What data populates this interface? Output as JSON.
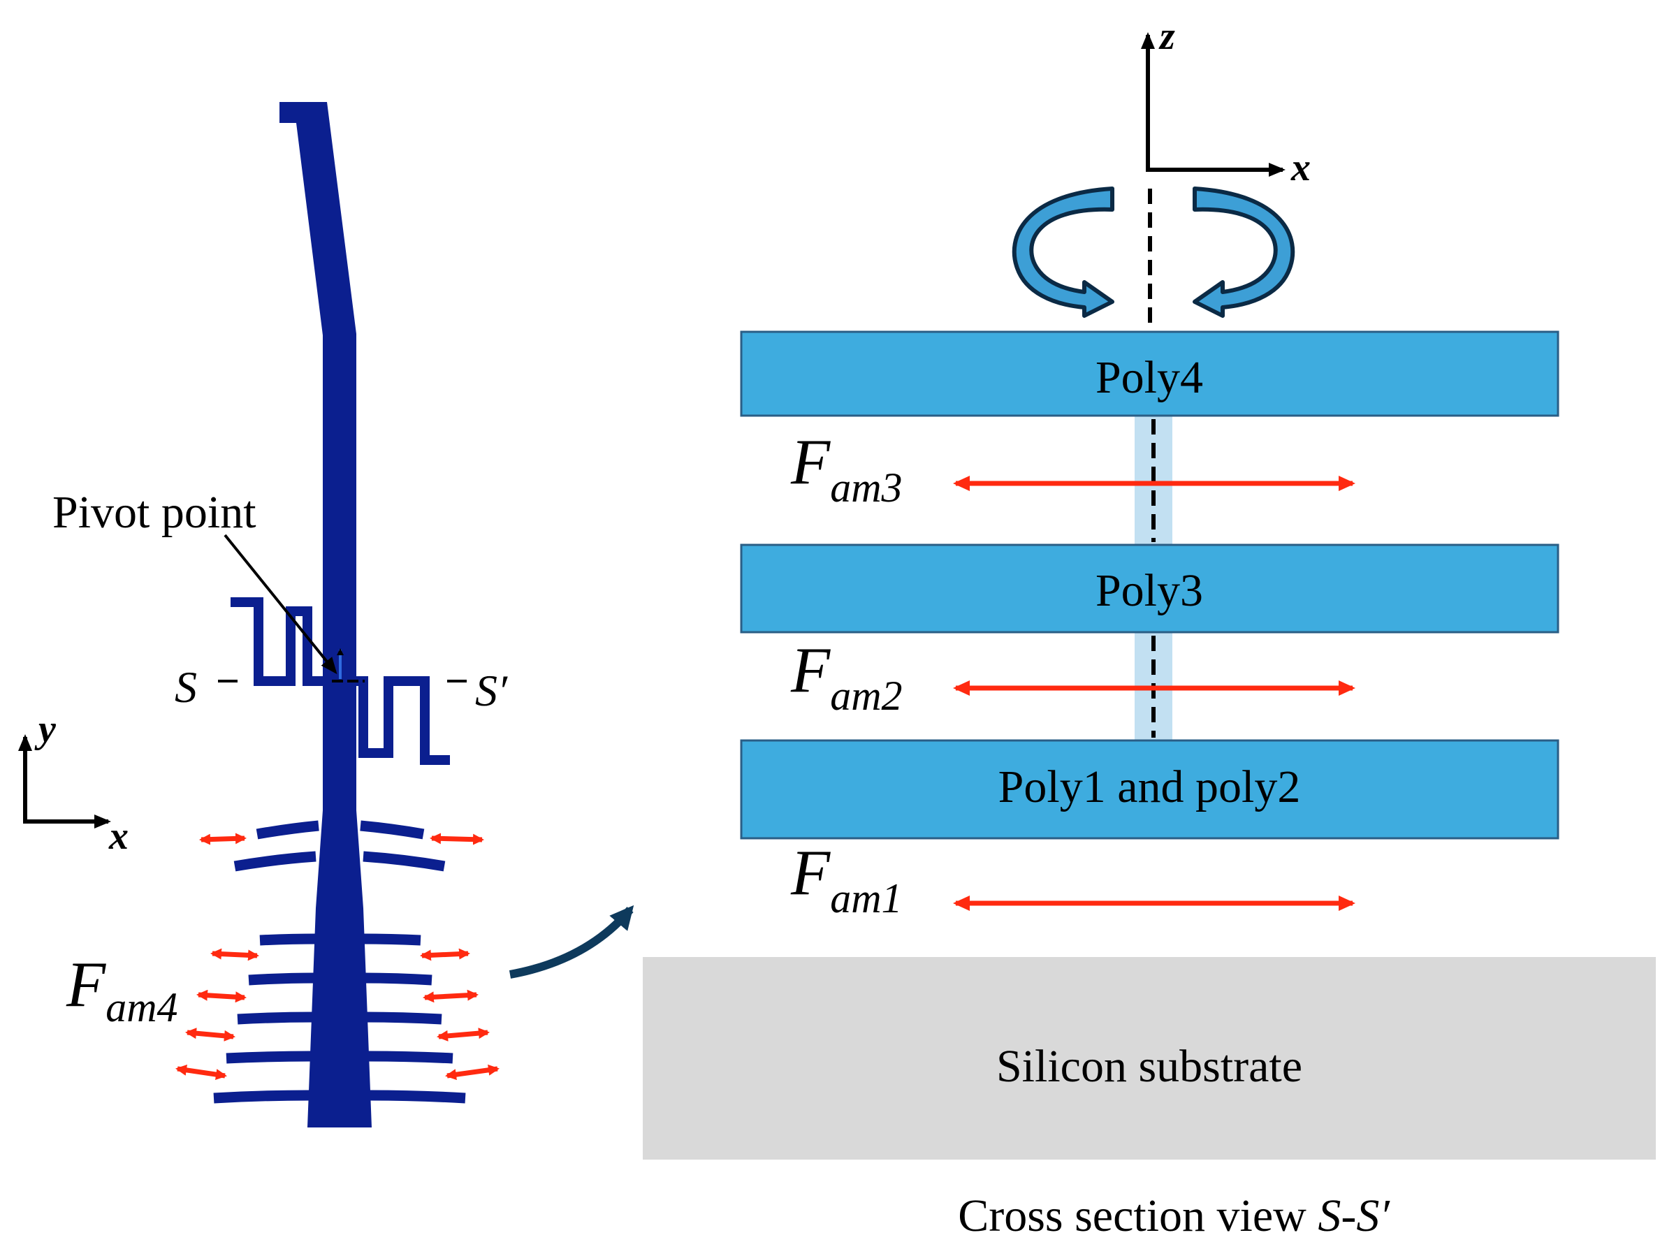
{
  "left_panel": {
    "pivot_label": "Pivot point",
    "section_start": "S",
    "section_end": "S′",
    "axis_y": "y",
    "axis_x": "x",
    "force4": {
      "main": "F",
      "sub": "am4"
    }
  },
  "right_panel": {
    "axis_z": "z",
    "axis_x": "x",
    "layers": {
      "poly4": "Poly4",
      "poly3": "Poly3",
      "poly12": "Poly1 and poly2",
      "substrate": "Silicon substrate"
    },
    "forces": [
      {
        "main": "F",
        "sub": "am3"
      },
      {
        "main": "F",
        "sub": "am2"
      },
      {
        "main": "F",
        "sub": "am1"
      }
    ],
    "caption": {
      "prefix": "Cross section view ",
      "section": "S-S′"
    }
  },
  "colors": {
    "beam": "#0b1f8f",
    "layer": "#3eacdf",
    "layer_border": "#2a5e86",
    "pivot_gap": "#c2e0f2",
    "substrate": "#d9d9d9",
    "force_arrow": "#ff2a10",
    "transfer_arrow": "#0e3a5c",
    "rotation_arrow": "#3d9fd6"
  }
}
